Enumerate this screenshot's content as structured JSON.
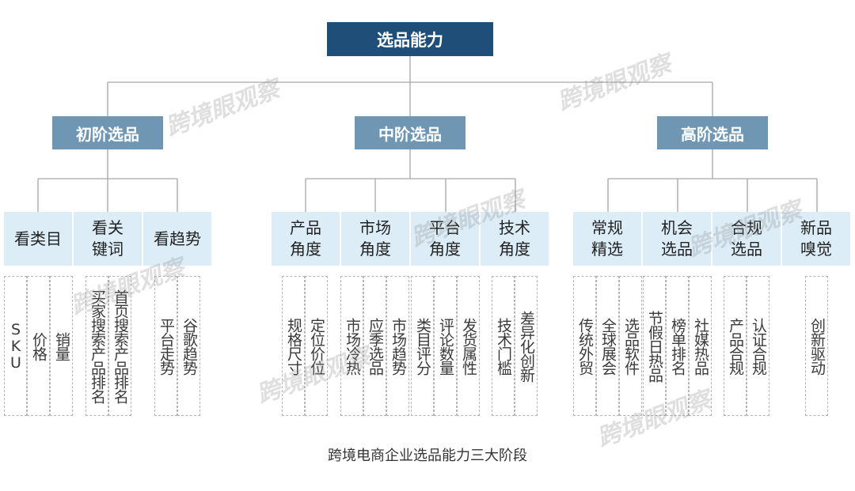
{
  "root": "选品能力",
  "stages": [
    "初阶选品",
    "中阶选品",
    "高阶选品"
  ],
  "aspects": [
    "看类目",
    "看关\n键词",
    "看趋势",
    "产品\n角度",
    "市场\n角度",
    "平台\n角度",
    "技术\n角度",
    "常规\n精选",
    "机会\n选品",
    "合规\n选品",
    "新品\n嗅觉"
  ],
  "leaves": [
    [
      "SKU",
      "价格",
      "销量"
    ],
    [
      "买家搜索产品排名",
      "首页搜索产品排名"
    ],
    [
      "平台走势",
      "谷歌趋势"
    ],
    [
      "规格尺寸",
      "定位价位"
    ],
    [
      "市场冷热",
      "应季选品",
      "市场趋势"
    ],
    [
      "类目评分",
      "评论数量",
      "发货属性"
    ],
    [
      "技术门槛",
      "差异化创新"
    ],
    [
      "传统外贸",
      "全球展会",
      "选品软件"
    ],
    [
      "节假日热品",
      "榜单排名",
      "社媒热品"
    ],
    [
      "产品合规",
      "认证合规"
    ],
    [
      "创新驱动"
    ]
  ],
  "caption": "跨境电商企业选品能力三大阶段",
  "watermark": "跨境眼观察",
  "colors": {
    "root": "#1f4e79",
    "stage": "#6f96b3",
    "aspect": "#dcedf7",
    "line": "#a6a6a6"
  }
}
